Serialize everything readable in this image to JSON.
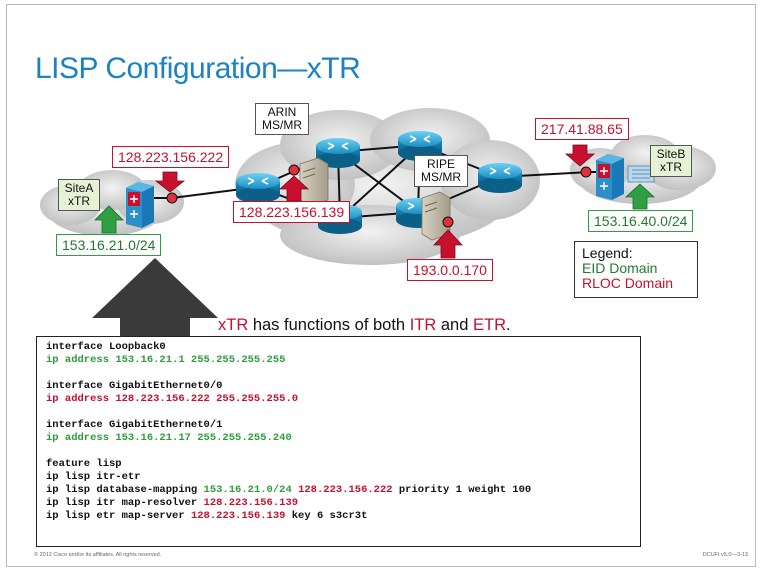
{
  "title_prefix": "LISP Configuration",
  "title_dash": "—",
  "title_suffix": "xTR",
  "labels": {
    "site_a": "SiteA\nxTR",
    "site_b": "SiteB\nxTR",
    "arin": "ARIN\nMS/MR",
    "ripe": "RIPE\nMS/MR",
    "rloc_site_a": "128.223.156.222",
    "rloc_ms": "128.223.156.139",
    "rloc_site_b": "217.41.88.65",
    "rloc_ripe": "193.0.0.170",
    "eid_site_a": "153.16.21.0/24",
    "eid_site_b": "153.16.40.0/24"
  },
  "legend": {
    "heading": "Legend:",
    "eid": "EID Domain",
    "rloc": "RLOC Domain"
  },
  "caption": {
    "p1": "xTR",
    "p2": " has functions of both ",
    "p3": "ITR",
    "p4": " and ",
    "p5": "ETR",
    "p6": "."
  },
  "code": [
    {
      "segments": [
        {
          "t": "interface Loopback0",
          "c": "k"
        }
      ]
    },
    {
      "segments": [
        {
          "t": "ip address ",
          "c": "g"
        },
        {
          "t": "153.16.21.1 255.255.255.255",
          "c": "g"
        }
      ]
    },
    {
      "blank": true
    },
    {
      "segments": [
        {
          "t": "interface GigabitEthernet0/0",
          "c": "k"
        }
      ]
    },
    {
      "segments": [
        {
          "t": "ip address ",
          "c": "r"
        },
        {
          "t": "128.223.156.222 255.255.255.0",
          "c": "r"
        }
      ]
    },
    {
      "blank": true
    },
    {
      "segments": [
        {
          "t": "interface GigabitEthernet0/1",
          "c": "k"
        }
      ]
    },
    {
      "segments": [
        {
          "t": "ip address ",
          "c": "g"
        },
        {
          "t": "153.16.21.17 255.255.255.240",
          "c": "g"
        }
      ]
    },
    {
      "blank": true
    },
    {
      "segments": [
        {
          "t": "feature lisp",
          "c": "k"
        }
      ]
    },
    {
      "segments": [
        {
          "t": "ip lisp itr-etr",
          "c": "k"
        }
      ]
    },
    {
      "segments": [
        {
          "t": "ip lisp database-mapping ",
          "c": "k"
        },
        {
          "t": "153.16.21.0/24",
          "c": "g"
        },
        {
          "t": " ",
          "c": "k"
        },
        {
          "t": "128.223.156.222",
          "c": "r"
        },
        {
          "t": " priority 1 weight 100",
          "c": "k"
        }
      ]
    },
    {
      "segments": [
        {
          "t": "ip lisp itr map-resolver ",
          "c": "k"
        },
        {
          "t": "128.223.156.139",
          "c": "r"
        }
      ]
    },
    {
      "segments": [
        {
          "t": "ip lisp etr map-server ",
          "c": "k"
        },
        {
          "t": "128.223.156.139",
          "c": "r"
        },
        {
          "t": " key 6 s3cr3t",
          "c": "k"
        }
      ]
    }
  ],
  "footer_left": "© 2012 Cisco and/or its affiliates. All rights reserved.",
  "footer_right": "DCUFI v5.0—3-13",
  "colors": {
    "title_blue": "#1b82c5",
    "rloc_red": "#c8102e",
    "eid_green": "#2e9c3c",
    "router_blue": "#1fa3d8"
  }
}
